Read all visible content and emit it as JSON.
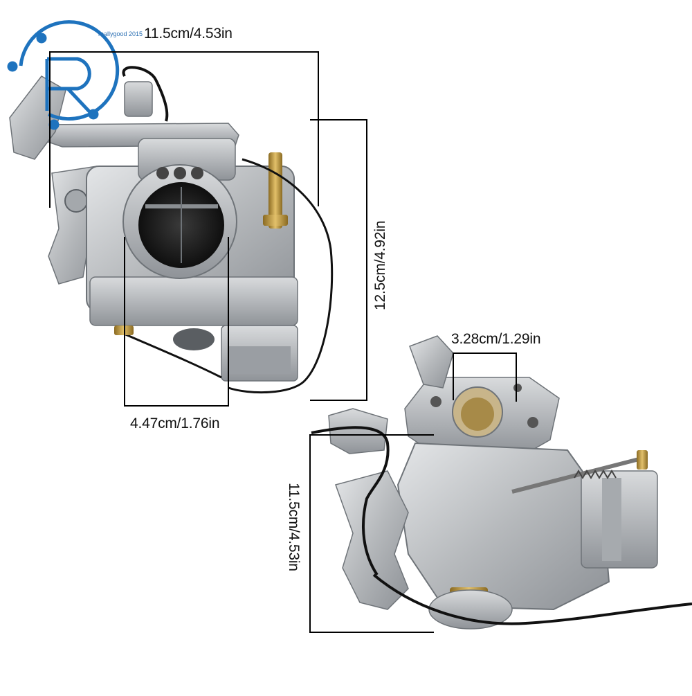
{
  "logo": {
    "icon": "r-logo-icon",
    "text": "reallygood 2015",
    "color": "#1e73be"
  },
  "product": {
    "name": "carburetor"
  },
  "dimensions": {
    "top_width": "11.5cm/4.53in",
    "height": "12.5cm/4.92in",
    "bore": "4.47cm/1.76in",
    "flange": "3.28cm/1.29in",
    "side_height": "11.5cm/4.53in"
  },
  "colors": {
    "metal": "#b9bcbf",
    "metal_dark": "#7f8489",
    "brass": "#c9a24a",
    "wire": "#111111",
    "line": "#000000"
  }
}
